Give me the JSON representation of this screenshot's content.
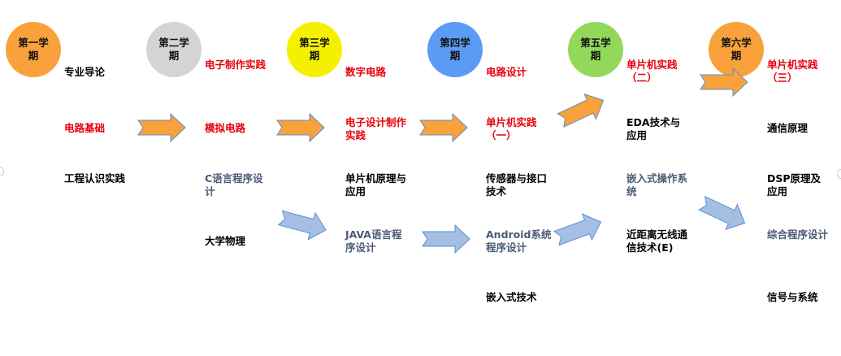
{
  "colors": {
    "semester1": "#f9a13b",
    "semester2": "#d4d4d4",
    "semester3": "#f5f000",
    "semester4": "#5b9bf5",
    "semester5": "#92d95a",
    "semester6": "#f9a13b",
    "required_text": "#e8000b",
    "elective_text": "#000000",
    "software_text": "#4b5a75",
    "arrow_orange": "#f9a13b",
    "arrow_blue": "#a4bfe3",
    "arrow_stroke": "#5b8fd0"
  },
  "semesters": [
    {
      "label": "第一学期"
    },
    {
      "label": "第二学期"
    },
    {
      "label": "第三学期"
    },
    {
      "label": "第四学期"
    },
    {
      "label": "第五学期"
    },
    {
      "label": "第六学期"
    }
  ],
  "courses": {
    "s1": [
      "专业导论",
      "电路基础",
      "工程认识实践"
    ],
    "s2": [
      "电子制作实践",
      "模拟电路",
      "C语言程序设计",
      "大学物理"
    ],
    "s3": [
      "数字电路",
      "电子设计制作实践",
      "单片机原理与应用",
      "JAVA语言程序设计"
    ],
    "s4": [
      "电路设计",
      "单片机实践（一）",
      "传感器与接口技术",
      "Android系统程序设计",
      "嵌入式技术"
    ],
    "s5": [
      "单片机实践（二）",
      "EDA技术与应用",
      "嵌入式操作系统",
      "近距离无线通信技术(E)"
    ],
    "s6": [
      "单片机实践（三）",
      "通信原理",
      "DSP原理及应用",
      "综合程序设计",
      "信号与系统"
    ]
  },
  "arrows": [
    {
      "from": "电路基础",
      "to": "模拟电路",
      "color": "orange"
    },
    {
      "from": "模拟电路",
      "to": "电子设计制作实践",
      "color": "orange"
    },
    {
      "from": "电子设计制作实践",
      "to": "单片机实践（一）",
      "color": "orange"
    },
    {
      "from": "单片机实践（一）",
      "to": "单片机实践（二）",
      "color": "orange"
    },
    {
      "from": "单片机实践（二）",
      "to": "单片机实践（三）",
      "color": "orange"
    },
    {
      "from": "C语言程序设计",
      "to": "JAVA语言程序设计",
      "color": "blue"
    },
    {
      "from": "JAVA语言程序设计",
      "to": "Android系统程序设计",
      "color": "blue"
    },
    {
      "from": "Android系统程序设计",
      "to": "嵌入式操作系统",
      "color": "blue"
    },
    {
      "from": "嵌入式操作系统",
      "to": "综合程序设计",
      "color": "blue"
    }
  ]
}
